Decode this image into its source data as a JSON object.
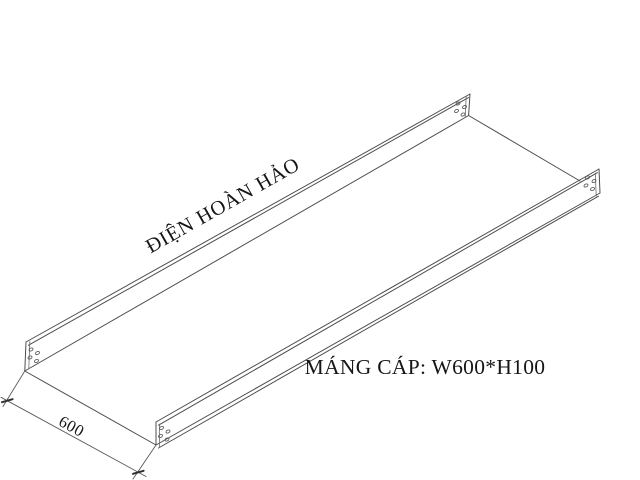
{
  "drawing": {
    "type": "isometric technical drawing of a straight cable tray",
    "brand_label": "ĐIỆN HOÀN HẢO",
    "product_label": "MÁNG CÁP: W600*H100",
    "dimension_label": "600",
    "colors": {
      "background": "#ffffff",
      "line": "#4d4d4d",
      "text": "#161616"
    }
  }
}
